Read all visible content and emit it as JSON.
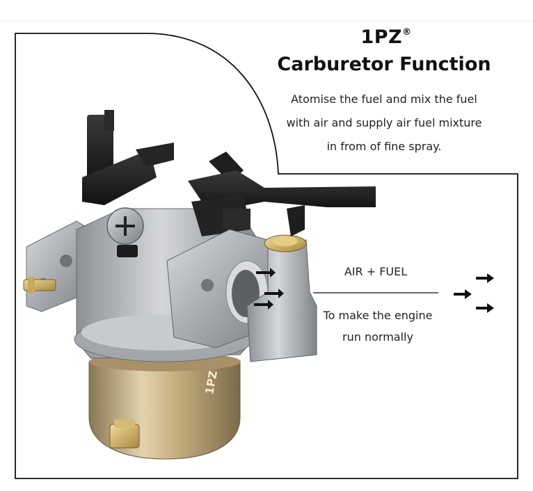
{
  "brand": {
    "name": "1PZ",
    "mark": "®"
  },
  "title": "Carburetor Function",
  "description": [
    "Atomise the fuel and mix the fuel",
    "with air and supply air fuel mixture",
    "in from of fine spray."
  ],
  "flow_label": "AIR + FUEL",
  "purpose": [
    "To make the engine",
    "run normally"
  ],
  "bowl_logo": "1PZ",
  "colors": {
    "outline": "#111111",
    "text": "#222222",
    "metal": "#b9bcbf",
    "bowl": "#c9b48a",
    "black_plastic": "#1b1b1b"
  },
  "icons": [
    "arrow-right-icon"
  ]
}
